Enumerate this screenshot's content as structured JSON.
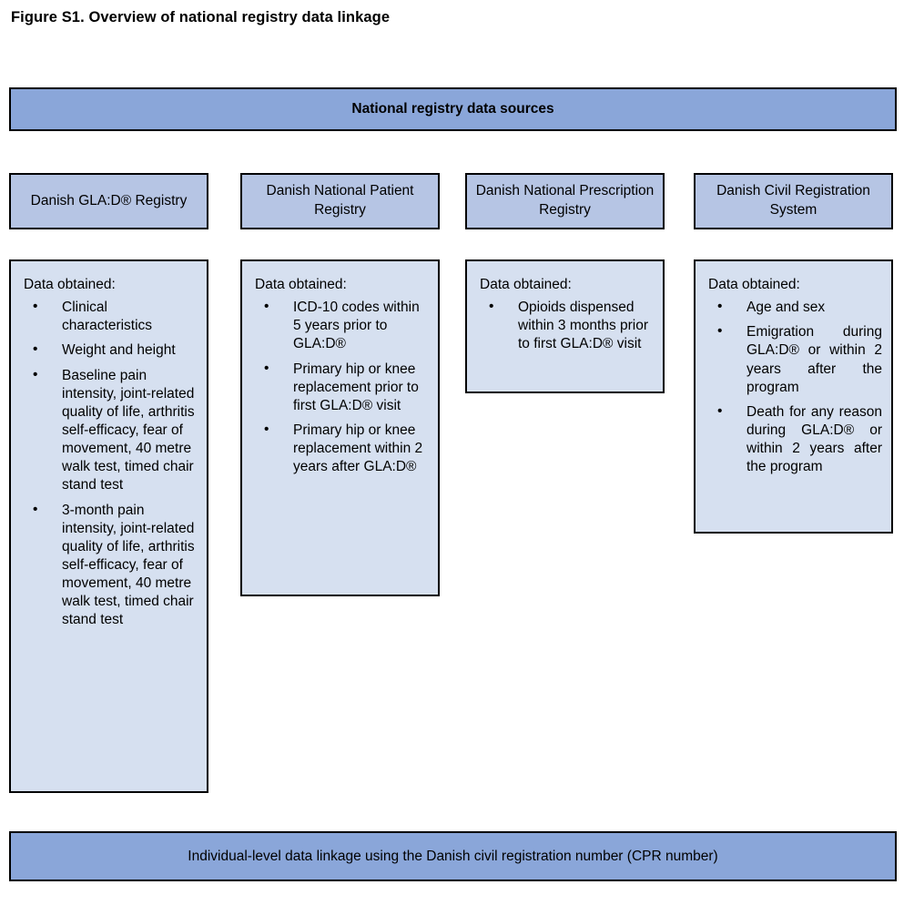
{
  "figure": {
    "title": "Figure S1. Overview of national registry data linkage"
  },
  "colors": {
    "band_fill": "#8AA6D9",
    "header_fill": "#B6C5E4",
    "data_fill": "#D6E0F0",
    "border": "#000000"
  },
  "top_band": {
    "label": "National registry data sources"
  },
  "bottom_band": {
    "label": "Individual-level data linkage using the Danish civil registration number (CPR number)"
  },
  "columns": [
    {
      "source": "Danish GLA:D® Registry",
      "data_label": "Data obtained:",
      "items": [
        "Clinical characteristics",
        "Weight and height",
        "Baseline pain intensity, joint-related quality of life, arthritis self-efficacy, fear of movement, 40 metre walk test, timed chair stand test",
        "3-month pain intensity, joint-related quality of life, arthritis self-efficacy, fear of movement, 40 metre walk test, timed chair stand test"
      ]
    },
    {
      "source": "Danish National Patient Registry",
      "data_label": "Data obtained:",
      "items": [
        "ICD-10 codes within 5 years prior to GLA:D®",
        "Primary hip or knee replacement prior to first GLA:D® visit",
        "Primary hip or knee replacement within 2 years after GLA:D®"
      ]
    },
    {
      "source": "Danish National Prescription Registry",
      "data_label": "Data obtained:",
      "items": [
        "Opioids dispensed within 3 months prior to first GLA:D® visit"
      ]
    },
    {
      "source": "Danish Civil Registration System",
      "data_label": "Data obtained:",
      "items": [
        "Age and sex",
        "Emigration during GLA:D® or within 2 years after the program",
        "Death for any reason during GLA:D® or within 2 years after the program"
      ]
    }
  ]
}
